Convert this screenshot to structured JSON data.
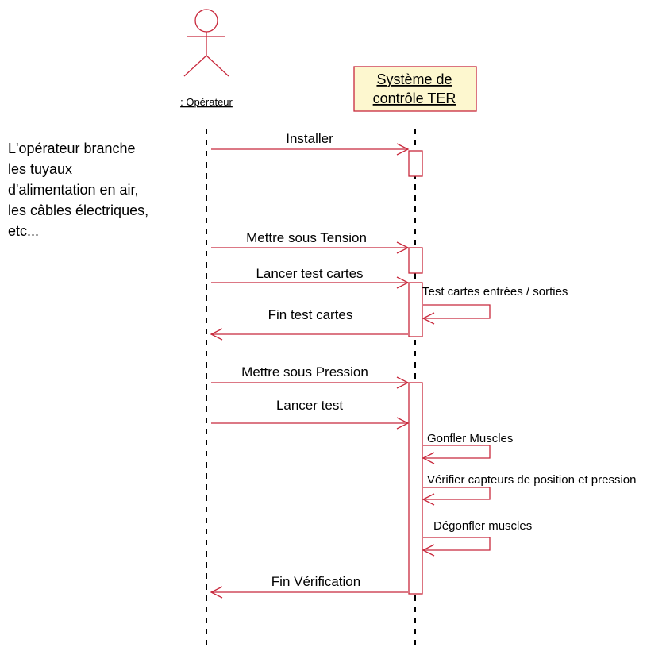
{
  "actor": {
    "label": ": Opérateur"
  },
  "system": {
    "line1": "Système de",
    "line2": "contrôle TER"
  },
  "note": {
    "lines": [
      "L'opérateur branche",
      "les tuyaux",
      "d'alimentation en air,",
      "les câbles électriques,",
      "etc..."
    ]
  },
  "messages": {
    "installer": "Installer",
    "tension": "Mettre sous Tension",
    "lancer_cartes": "Lancer test cartes",
    "test_cartes": "Test cartes entrées / sorties",
    "fin_cartes": "Fin test cartes",
    "pression": "Mettre sous Pression",
    "lancer_test": "Lancer test",
    "gonfler": "Gonfler Muscles",
    "verifier": "Vérifier capteurs de position et pression",
    "degonfler": "Dégonfler muscles",
    "fin_verif": "Fin Vérification"
  },
  "colors": {
    "message": "#c8283c",
    "object_fill": "#fdf7cf",
    "object_border": "#c8283c"
  }
}
